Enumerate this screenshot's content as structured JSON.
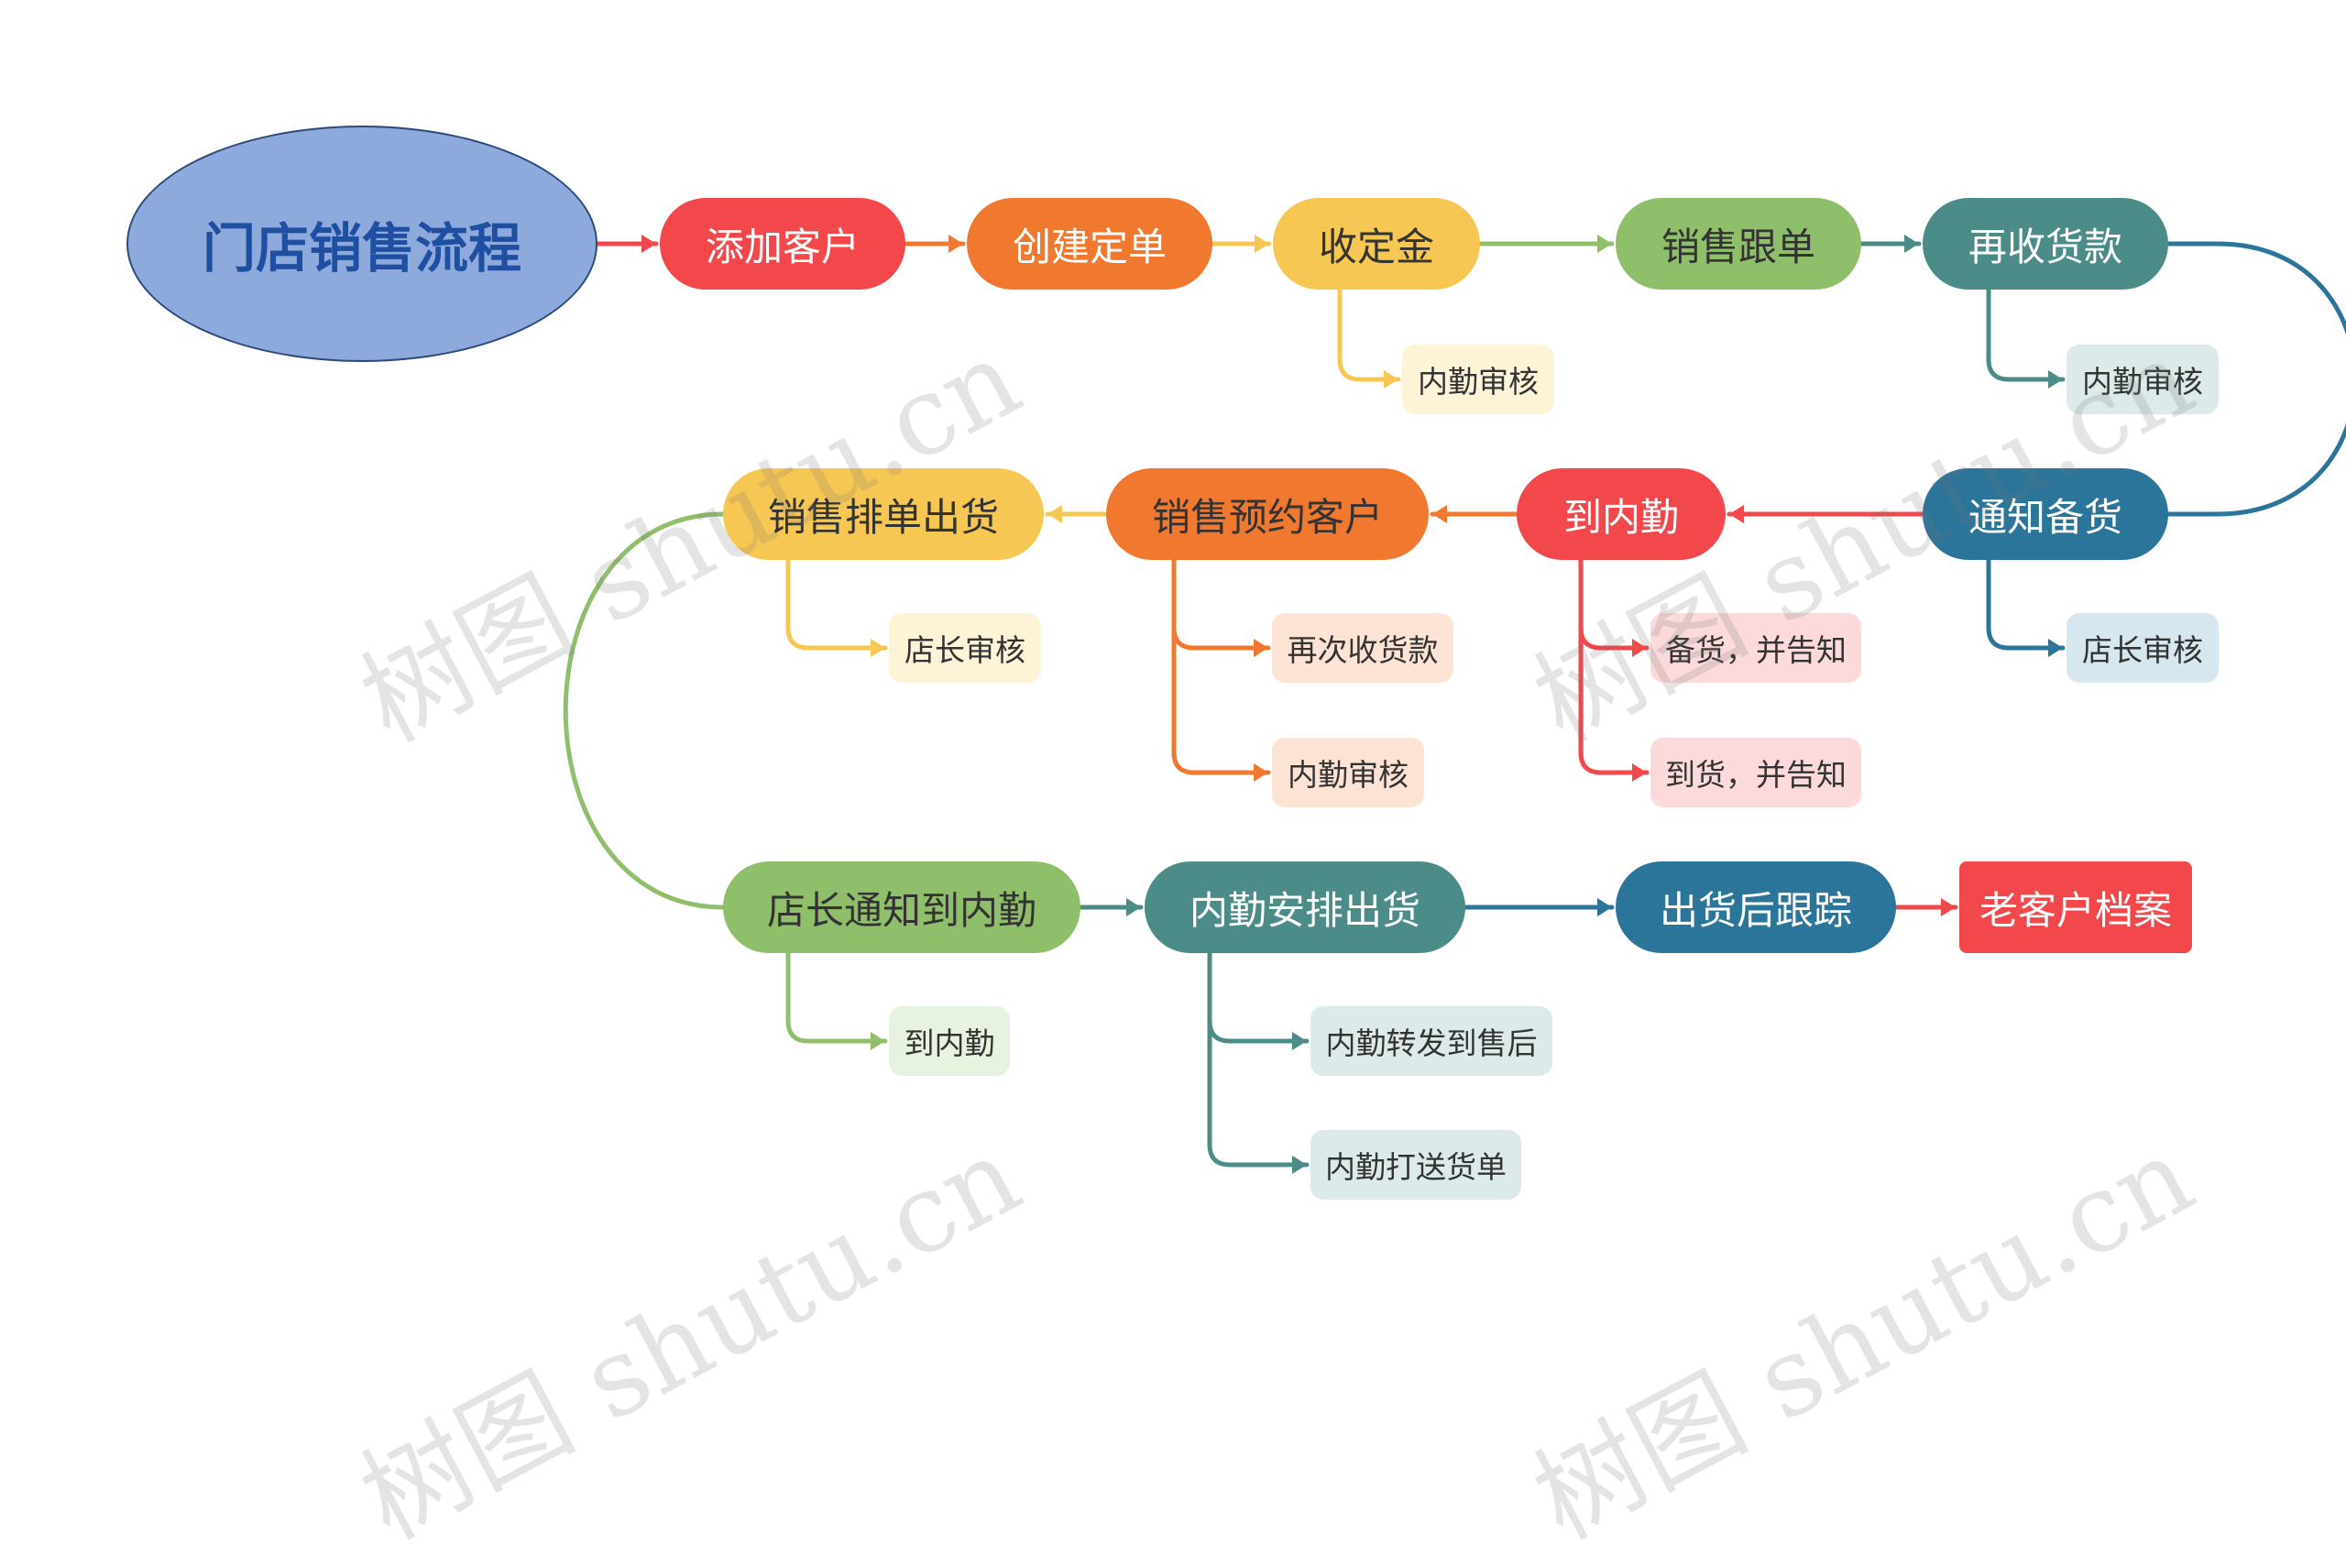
{
  "title": "门店销售流程",
  "steps": {
    "add_customer": "添加客户",
    "create_order": "创建定单",
    "collect_deposit": "收定金",
    "sales_follow": "销售跟单",
    "collect_payment_again": "再收货款",
    "notify_stock": "通知备货",
    "to_clerk": "到内勤",
    "sales_appointment": "销售预约客户",
    "sales_schedule_ship": "销售排单出货",
    "manager_notify_clerk": "店长通知到内勤",
    "clerk_arrange_ship": "内勤安排出货",
    "post_ship_tracking": "出货后跟踪",
    "old_customer_file": "老客户档案"
  },
  "subs": {
    "deposit_review": "内勤审核",
    "payment_review": "内勤审核",
    "stock_manager_review": "店长审核",
    "prepare_notify": "备货，并告知",
    "arrive_notify": "到货，并告知",
    "collect_again": "再次收货款",
    "appointment_review": "内勤审核",
    "schedule_manager_review": "店长审核",
    "to_clerk_sub": "到内勤",
    "forward_after_sales": "内勤转发到售后",
    "print_delivery_note": "内勤打送货单"
  },
  "watermark": "树图 shutu.cn",
  "colors": {
    "red": "#f2474b",
    "orange": "#f0782f",
    "yellow": "#f7c753",
    "green": "#8fbf6a",
    "teal": "#4c8c88",
    "blue": "#2a7599",
    "root_fill": "#8eaadd"
  }
}
